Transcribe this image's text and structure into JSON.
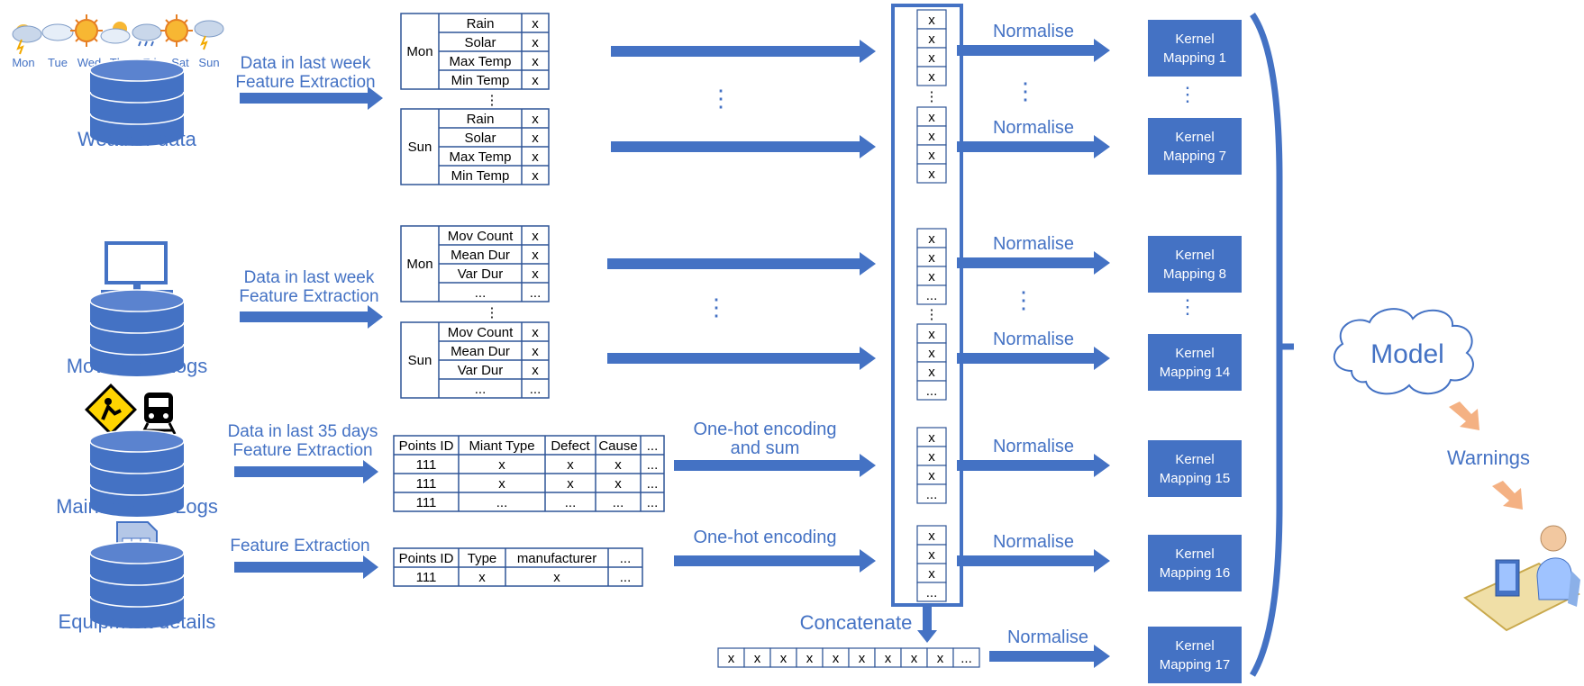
{
  "colors": {
    "accent": "#4472c4",
    "kernel_box": "#4472c4",
    "warning_arrow": "#f4b183",
    "cloud_stroke": "#4472c4",
    "table_line": "#2f5597"
  },
  "sources": {
    "weather": {
      "label": "Weather data",
      "days": [
        "Mon",
        "Tue",
        "Wed",
        "Thu",
        "Fri",
        "Sat",
        "Sun"
      ],
      "step": [
        "Data in last week",
        "Feature Extraction"
      ]
    },
    "movement": {
      "label": "Movement Logs",
      "step": [
        "Data in last week",
        "Feature Extraction"
      ]
    },
    "maintenance": {
      "label": "Maintenance Logs",
      "step": [
        "Data in last 35 days",
        "Feature Extraction"
      ]
    },
    "equipment": {
      "label": "Equipment details",
      "step": [
        "Feature Extraction"
      ]
    }
  },
  "tables": {
    "weather_mon": {
      "day": "Mon",
      "rows": [
        "Rain",
        "Solar",
        "Max Temp",
        "Min Temp"
      ],
      "val": "x"
    },
    "weather_sun": {
      "day": "Sun",
      "rows": [
        "Rain",
        "Solar",
        "Max Temp",
        "Min Temp"
      ],
      "val": "x"
    },
    "movement_mon": {
      "day": "Mon",
      "rows": [
        "Mov Count",
        "Mean Dur",
        "Var Dur",
        "..."
      ],
      "vals": [
        "x",
        "x",
        "x",
        "..."
      ]
    },
    "movement_sun": {
      "day": "Sun",
      "rows": [
        "Mov Count",
        "Mean Dur",
        "Var Dur",
        "..."
      ],
      "vals": [
        "x",
        "x",
        "x",
        "..."
      ]
    },
    "maintenance": {
      "headers": [
        "Points ID",
        "Miant Type",
        "Defect",
        "Cause",
        "..."
      ],
      "rows": [
        [
          "111",
          "x",
          "x",
          "x",
          "..."
        ],
        [
          "111",
          "x",
          "x",
          "x",
          "..."
        ],
        [
          "111",
          "...",
          "...",
          "...",
          "..."
        ]
      ]
    },
    "equipment": {
      "headers": [
        "Points ID",
        "Type",
        "manufacturer",
        "..."
      ],
      "rows": [
        [
          "111",
          "x",
          "x",
          "..."
        ]
      ]
    },
    "ellipsis": "⋮"
  },
  "encodings": {
    "maintenance": [
      "One-hot encoding",
      "and sum"
    ],
    "equipment": "One-hot encoding"
  },
  "vector": {
    "cell": "x",
    "more": "...",
    "concatenate": "Concatenate",
    "concat_cells": [
      "x",
      "x",
      "x",
      "x",
      "x",
      "x",
      "x",
      "x",
      "x",
      "..."
    ]
  },
  "normalise": "Normalise",
  "kernels": [
    [
      "Kernel",
      "Mapping 1"
    ],
    [
      "Kernel",
      "Mapping 7"
    ],
    [
      "Kernel",
      "Mapping 8"
    ],
    [
      "Kernel",
      "Mapping 14"
    ],
    [
      "Kernel",
      "Mapping 15"
    ],
    [
      "Kernel",
      "Mapping 16"
    ],
    [
      "Kernel",
      "Mapping 17"
    ]
  ],
  "output": {
    "model": "Model",
    "warnings": "Warnings"
  },
  "icons": {
    "weather": "weather-forecast-icons",
    "database": "database-cylinder-icon",
    "monitor": "computer-monitor-icon",
    "construction": "road-work-sign-icon",
    "train": "train-icon",
    "spreadsheet": "spreadsheet-document-icon",
    "user": "user-at-computer-icon"
  }
}
